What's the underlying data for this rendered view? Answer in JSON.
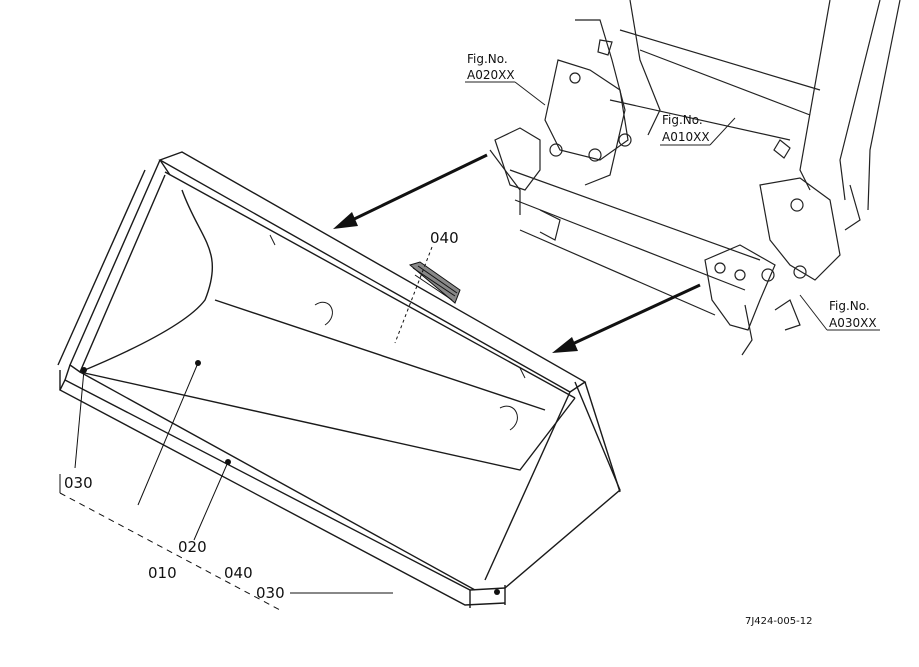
{
  "references": {
    "fig1": {
      "line1": "Fig.No.",
      "line2": "A020XX"
    },
    "fig2": {
      "line1": "Fig.No.",
      "line2": "A010XX"
    },
    "fig3": {
      "line1": "Fig.No.",
      "line2": "A030XX"
    }
  },
  "parts": {
    "grille_label": "040",
    "left_label": "030",
    "label_020": "020",
    "label_010": "010",
    "label_040_bottom": "040",
    "label_030_bottom": "030"
  },
  "drawing_number": "7J424-005-12",
  "colors": {
    "line": "#1a1a1a",
    "background": "#ffffff"
  }
}
